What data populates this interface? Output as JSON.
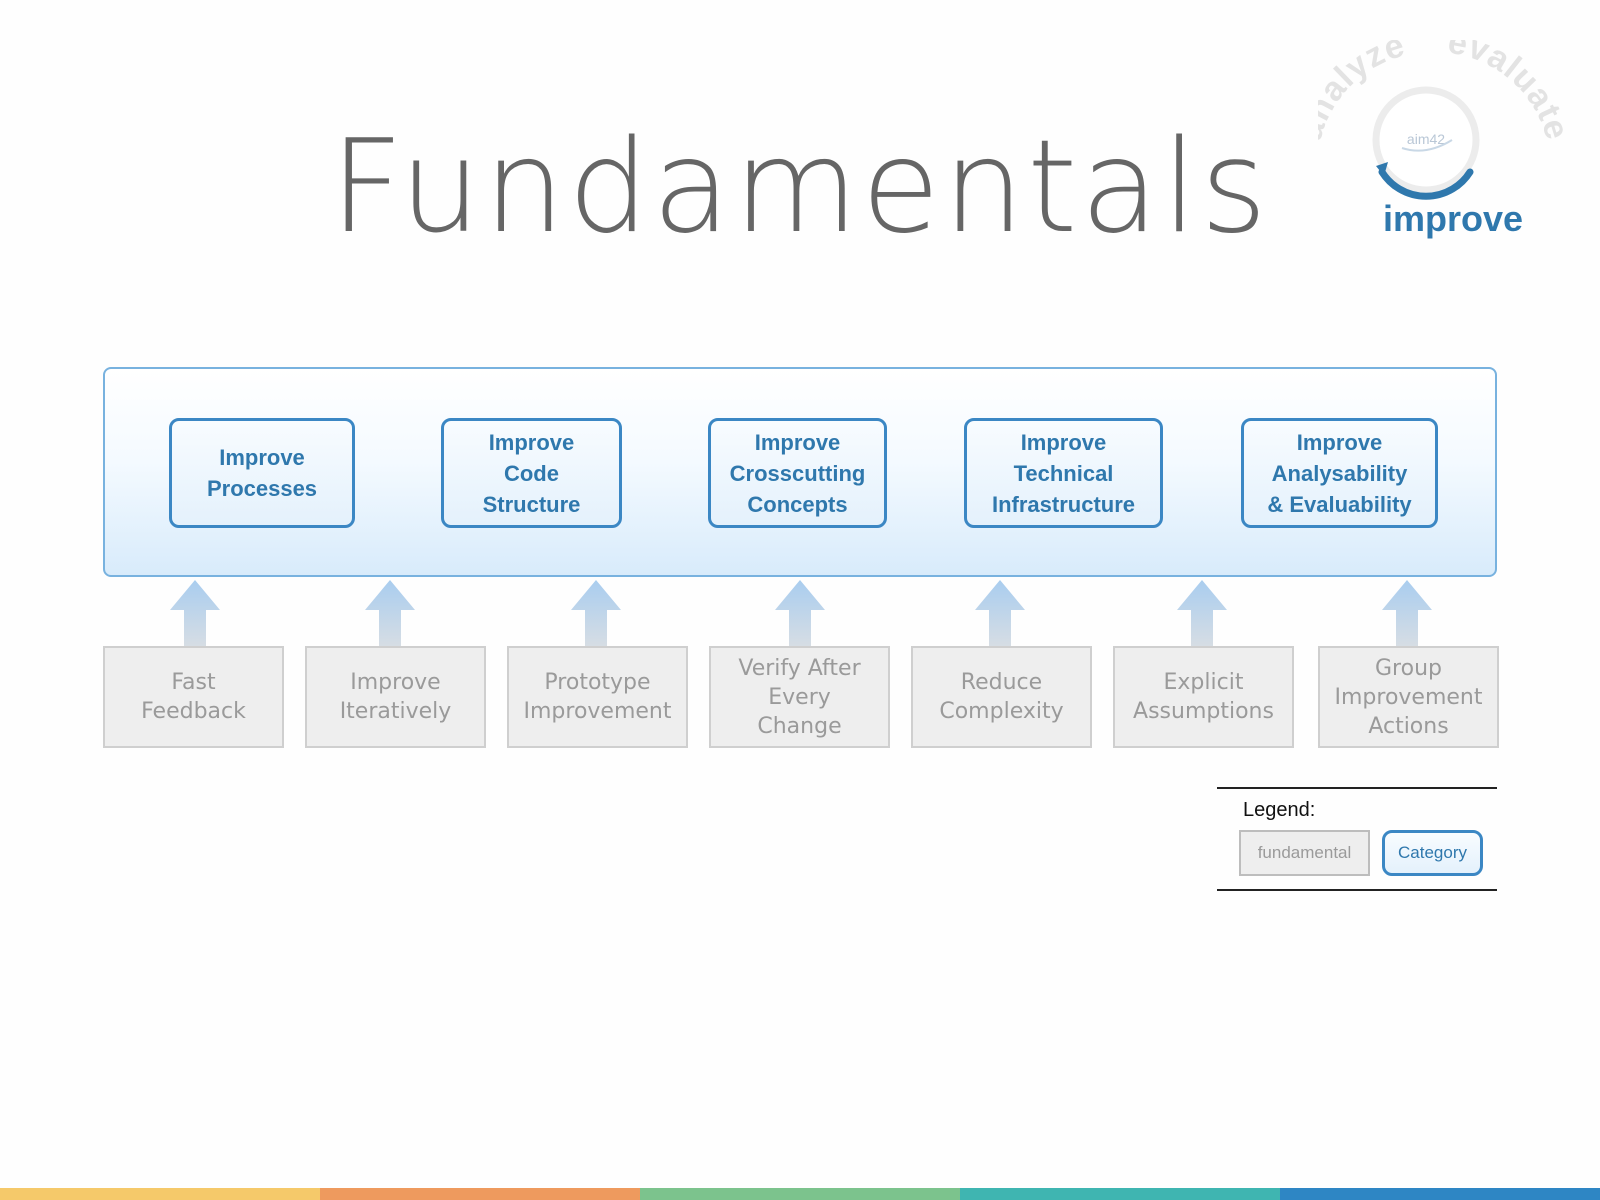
{
  "title": "Fundamentals",
  "logo": {
    "word": "improve",
    "arc_left": "analyze",
    "arc_right": "evaluate",
    "center": "aim42",
    "color": "#2f78ad"
  },
  "categories": [
    {
      "label": "Improve\nProcesses"
    },
    {
      "label": "Improve\nCode\nStructure"
    },
    {
      "label": "Improve\nCrosscutting\nConcepts"
    },
    {
      "label": "Improve\nTechnical\nInfrastructure"
    },
    {
      "label": "Improve\nAnalysability\n& Evaluability"
    }
  ],
  "fundamentals": [
    {
      "label": "Fast\nFeedback"
    },
    {
      "label": "Improve\nIteratively"
    },
    {
      "label": "Prototype\nImprovement"
    },
    {
      "label": "Verify After\nEvery\nChange"
    },
    {
      "label": "Reduce\nComplexity"
    },
    {
      "label": "Explicit\nAssumptions"
    },
    {
      "label": "Group\nImprovement\nActions"
    }
  ],
  "legend": {
    "title": "Legend:",
    "fundamental_label": "fundamental",
    "category_label": "Category"
  },
  "colors": {
    "category_border": "#3b87c4",
    "category_text": "#2f78ad",
    "fundamental_fill": "#eeeeee",
    "fundamental_text": "#9a9a9a",
    "arrow": "#b3d3ef",
    "bar": [
      "#f5c96a",
      "#ee9a5e",
      "#7cc38d",
      "#3fb5b1",
      "#2e86c4"
    ]
  }
}
